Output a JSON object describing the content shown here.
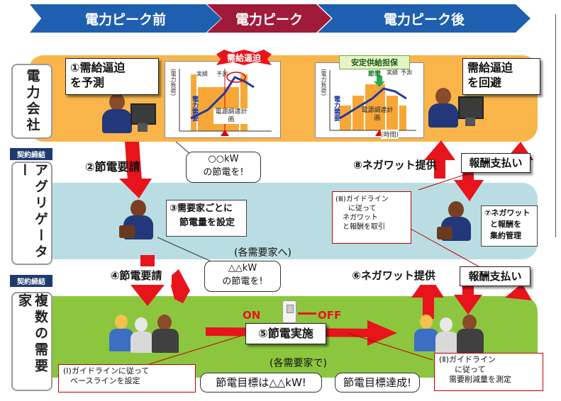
{
  "phases": {
    "before": "電力ピーク前",
    "peak": "電力ピーク",
    "after": "電力ピーク後"
  },
  "rows": {
    "company": "電力会社",
    "aggregator": "アグリゲーター",
    "consumers": "複数の需要家"
  },
  "contract": {
    "label_top": "契約締結",
    "label_bottom": "契約締結"
  },
  "chart_left": {
    "banner": "需給逼迫",
    "ylabel": "(電力負荷)",
    "series_label": "電力需要",
    "actual": "実績",
    "forecast": "予測",
    "plan": "電源調達計画"
  },
  "chart_right": {
    "banner": "安定供給担保",
    "ylabel": "(電力負荷)",
    "series_label": "電力需要",
    "saving": "節電",
    "actual": "実績",
    "forecast": "予測",
    "plan": "電源調達計画",
    "xlabel": "(時間)"
  },
  "steps": {
    "s1_line1": "①需給逼迫",
    "s1_line2": "を予測",
    "s2": "②節電要請",
    "s3_line1": "③需要家ごとに",
    "s3_line2": "節電量を設定",
    "s4": "④節電要請",
    "s5": "⑤節電実施",
    "s6": "⑥ネガワット提供",
    "s7_line1": "⑦ネガワット",
    "s7_line2": "と報酬を",
    "s7_line3": "集約管理",
    "s8": "⑧ネガワット提供",
    "avoid_line1": "需給逼迫",
    "avoid_line2": "を回避",
    "pay_top": "報酬支払い",
    "pay_bottom": "報酬支払い"
  },
  "callouts": {
    "kw_top_line1": "○○kW",
    "kw_top_line2": "の節電を!",
    "per_consumer_top": "(各需要家へ)",
    "kw_mid_line1": "△△kW",
    "kw_mid_line2": "の節電を!",
    "per_consumer_bottom": "(各需要家で)",
    "target": "節電目標は△△kW!",
    "achieved": "節電目標達成!"
  },
  "guidelines": {
    "g1_line1": "(Ⅰ)ガイドラインに従って",
    "g1_line2": "ベースラインを設定",
    "g2_line1": "(Ⅱ)ガイドライン",
    "g2_line2": "に従って",
    "g2_line3": "需要削減量を測定",
    "g3_line1": "(Ⅲ)ガイドライン",
    "g3_line2": "に従って",
    "g3_line3": "ネガワット",
    "g3_line4": "と報酬を取引"
  },
  "switch": {
    "on": "ON",
    "off": "OFF"
  },
  "colors": {
    "chevron_blue": "#1f5fb0",
    "chevron_red": "#a01a3a",
    "band_orange": "#f9b54a",
    "band_teal": "#b9dde3",
    "band_green": "#8cc63e",
    "arrow_red": "#e8141b"
  }
}
